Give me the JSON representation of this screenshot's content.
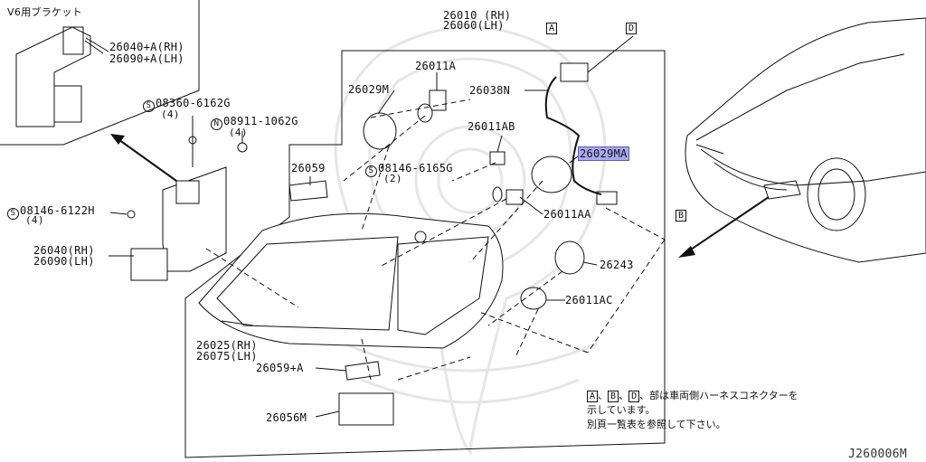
{
  "inset_title": "V6用ブラケット",
  "parts": {
    "p26040A": "26040+A(RH)",
    "p26090A": "26090+A(LH)",
    "p26010": "26010 (RH)",
    "p26060": "26060(LH)",
    "p26011A": "26011A",
    "p26029M": "26029M",
    "p26038N": "26038N",
    "p26011AB": "26011AB",
    "p26029MA": "26029MA",
    "p26059": "26059",
    "p26011AA": "26011AA",
    "p26243": "26243",
    "p26011AC": "26011AC",
    "p26040": "26040(RH)",
    "p26090": "26090(LH)",
    "p26025": "26025(RH)",
    "p26075": "26075(LH)",
    "p26059A": "26059+A",
    "p26056M": "26056M"
  },
  "fasteners": {
    "f1_mark": "S",
    "f1_code": "08360-6162G",
    "f1_qty": "(4)",
    "f2_mark": "N",
    "f2_code": "08911-1062G",
    "f2_qty": "(4)",
    "f3_mark": "S",
    "f3_code": "08146-6165G",
    "f3_qty": "(2)",
    "f4_mark": "S",
    "f4_code": "08146-6122H",
    "f4_qty": "(4)"
  },
  "connectors": {
    "a": "A",
    "b": "B",
    "d": "D"
  },
  "note": {
    "sep1": "、",
    "sep2": "、",
    "line1_tail": "部は車両側ハーネスコネクターを",
    "line2": "示しています。",
    "line3": "別頁一覧表を参照して下さい。"
  },
  "diagram_id": "J260006M",
  "colors": {
    "highlight": "#a9a9ef",
    "line": "#111111",
    "watermark": "#e4e4e4"
  }
}
